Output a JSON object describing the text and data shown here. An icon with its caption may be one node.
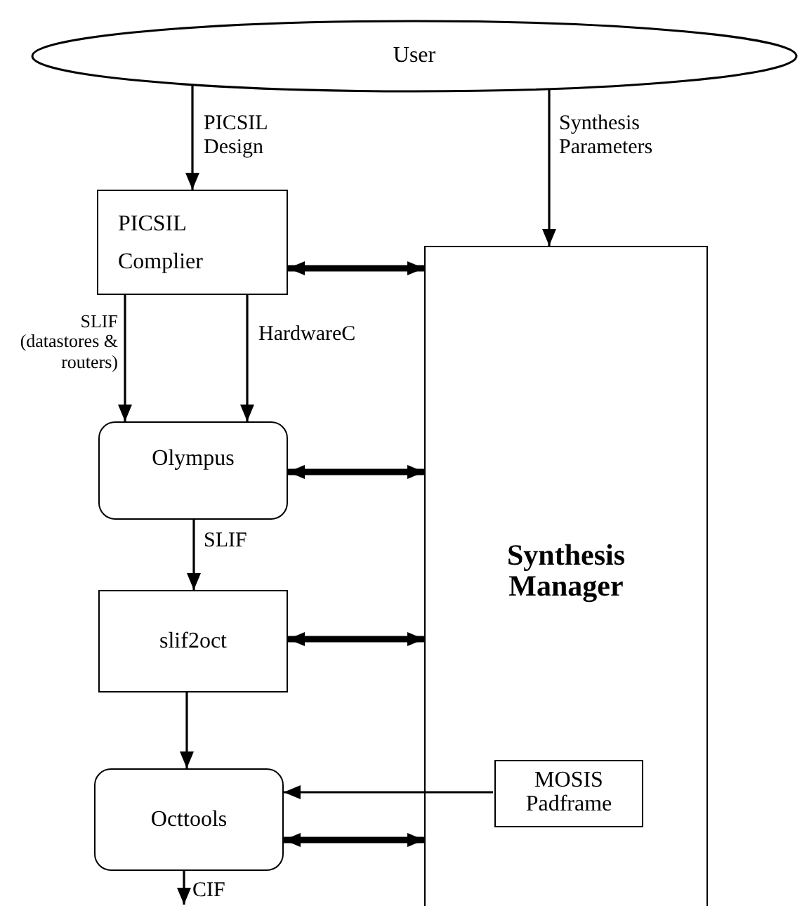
{
  "diagram": {
    "nodes": [
      {
        "text": [
          "User"
        ]
      },
      {
        "text": [
          "PICSIL Complier"
        ]
      },
      {
        "text": [
          "Olympus"
        ]
      },
      {
        "text": [
          "slif2oct"
        ]
      },
      {
        "text": [
          "Octtools"
        ]
      },
      {
        "text": [
          "Synthesis Manager"
        ]
      },
      {
        "text": [
          "MOSIS Padframe"
        ],
        "in": 5
      }
    ],
    "edges": [
      {
        "from": 0,
        "to": 1,
        "arrow": "to",
        "label": "PICSIL Design"
      },
      {
        "from": 0,
        "to": 5,
        "arrow": "to",
        "label": "Synthesis Parameters"
      },
      {
        "from": 1,
        "to": 5,
        "arrow": "both",
        "style": "thick"
      },
      {
        "from": 1,
        "to": 2,
        "arrow": "to",
        "label": "SLIF (datastores & routers)"
      },
      {
        "from": 1,
        "to": 2,
        "arrow": "to",
        "label": "HardwareC"
      },
      {
        "from": 2,
        "to": 5,
        "arrow": "both",
        "style": "thick"
      },
      {
        "from": 2,
        "to": 3,
        "arrow": "to",
        "label": "SLIF"
      },
      {
        "from": 3,
        "to": 5,
        "arrow": "both",
        "style": "thick"
      },
      {
        "from": 3,
        "to": 4,
        "arrow": "to"
      },
      {
        "from": 6,
        "to": 4,
        "arrow": "to"
      },
      {
        "from": 4,
        "to": 5,
        "arrow": "both",
        "style": "thick"
      },
      {
        "from": 4,
        "to": null,
        "arrow": "to",
        "label": "CIF"
      }
    ]
  }
}
